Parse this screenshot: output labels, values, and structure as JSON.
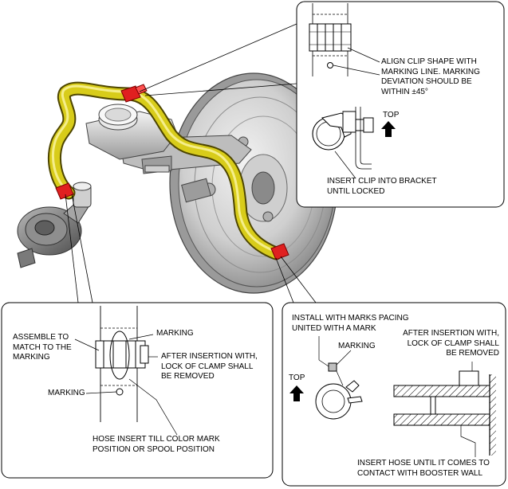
{
  "top_right_callout": {
    "align_note": "ALIGN CLIP SHAPE WITH\nMARKING LINE. MARKING\nDEVIATION SHOULD BE\nWITHIN ±45°",
    "top_label": "TOP",
    "insert_note": "INSERT CLIP INTO BRACKET\nUNTIL LOCKED"
  },
  "bottom_left_callout": {
    "assemble_note": "ASSEMBLE TO\nMATCH TO THE\nMARKING",
    "marking_upper": "MARKING",
    "after_insertion_note": "AFTER INSERTION WITH,\nLOCK OF CLAMP SHALL\nBE REMOVED",
    "marking_lower": "MARKING",
    "hose_insert_note": "HOSE INSERT TILL COLOR MARK\nPOSITION OR SPOOL POSITION"
  },
  "bottom_right_callout": {
    "install_note": "INSTALL WITH MARKS PACING\nUNITED WITH A MARK",
    "marking": "MARKING",
    "after_insertion_note": "AFTER INSERTION WITH,\nLOCK OF CLAMP SHALL\nBE REMOVED",
    "top_label": "TOP",
    "insert_hose_note": "INSERT HOSE UNTIL IT COMES TO\nCONTACT WITH BOOSTER WALL"
  },
  "colors": {
    "hose_yellow": "#d8cc1a",
    "hose_dark": "#6e6400",
    "clip_red": "#e02020",
    "metal_light": "#e4e4e4",
    "metal_mid": "#b5b5b5",
    "metal_dark": "#6a6a6a"
  }
}
